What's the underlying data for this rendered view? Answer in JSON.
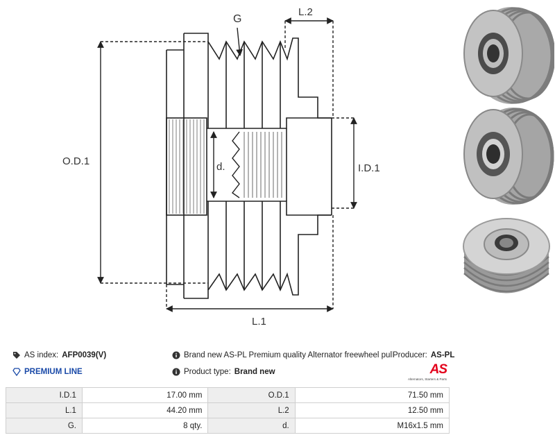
{
  "drawing": {
    "label_g": "G",
    "label_l2": "L.2",
    "label_od1": "O.D.1",
    "label_id1": "I.D.1",
    "label_d": "d.",
    "label_l1": "L.1"
  },
  "info": {
    "as_index_label": "AS index:",
    "as_index_value": "AFP0039(V)",
    "description": "Brand new AS-PL Premium quality Alternator freewheel pulley",
    "producer_label": "Producer:",
    "producer_value": "AS-PL",
    "premium_line": "PREMIUM LINE",
    "product_type_label": "Product type:",
    "product_type_value": "Brand new"
  },
  "logo": {
    "mark": "AS",
    "tagline": "Alternators, Starters & Parts"
  },
  "specs": [
    {
      "k1": "I.D.1",
      "v1": "17.00 mm",
      "k2": "O.D.1",
      "v2": "71.50 mm"
    },
    {
      "k1": "L.1",
      "v1": "44.20 mm",
      "k2": "L.2",
      "v2": "12.50 mm"
    },
    {
      "k1": "G.",
      "v1": "8 qty.",
      "k2": "d.",
      "v2": "M16x1.5 mm"
    }
  ],
  "colors": {
    "premium_blue": "#1a4aa8",
    "logo_red": "#e3001b",
    "table_key_bg": "#eeeeee",
    "table_border": "#cfcfcf"
  }
}
